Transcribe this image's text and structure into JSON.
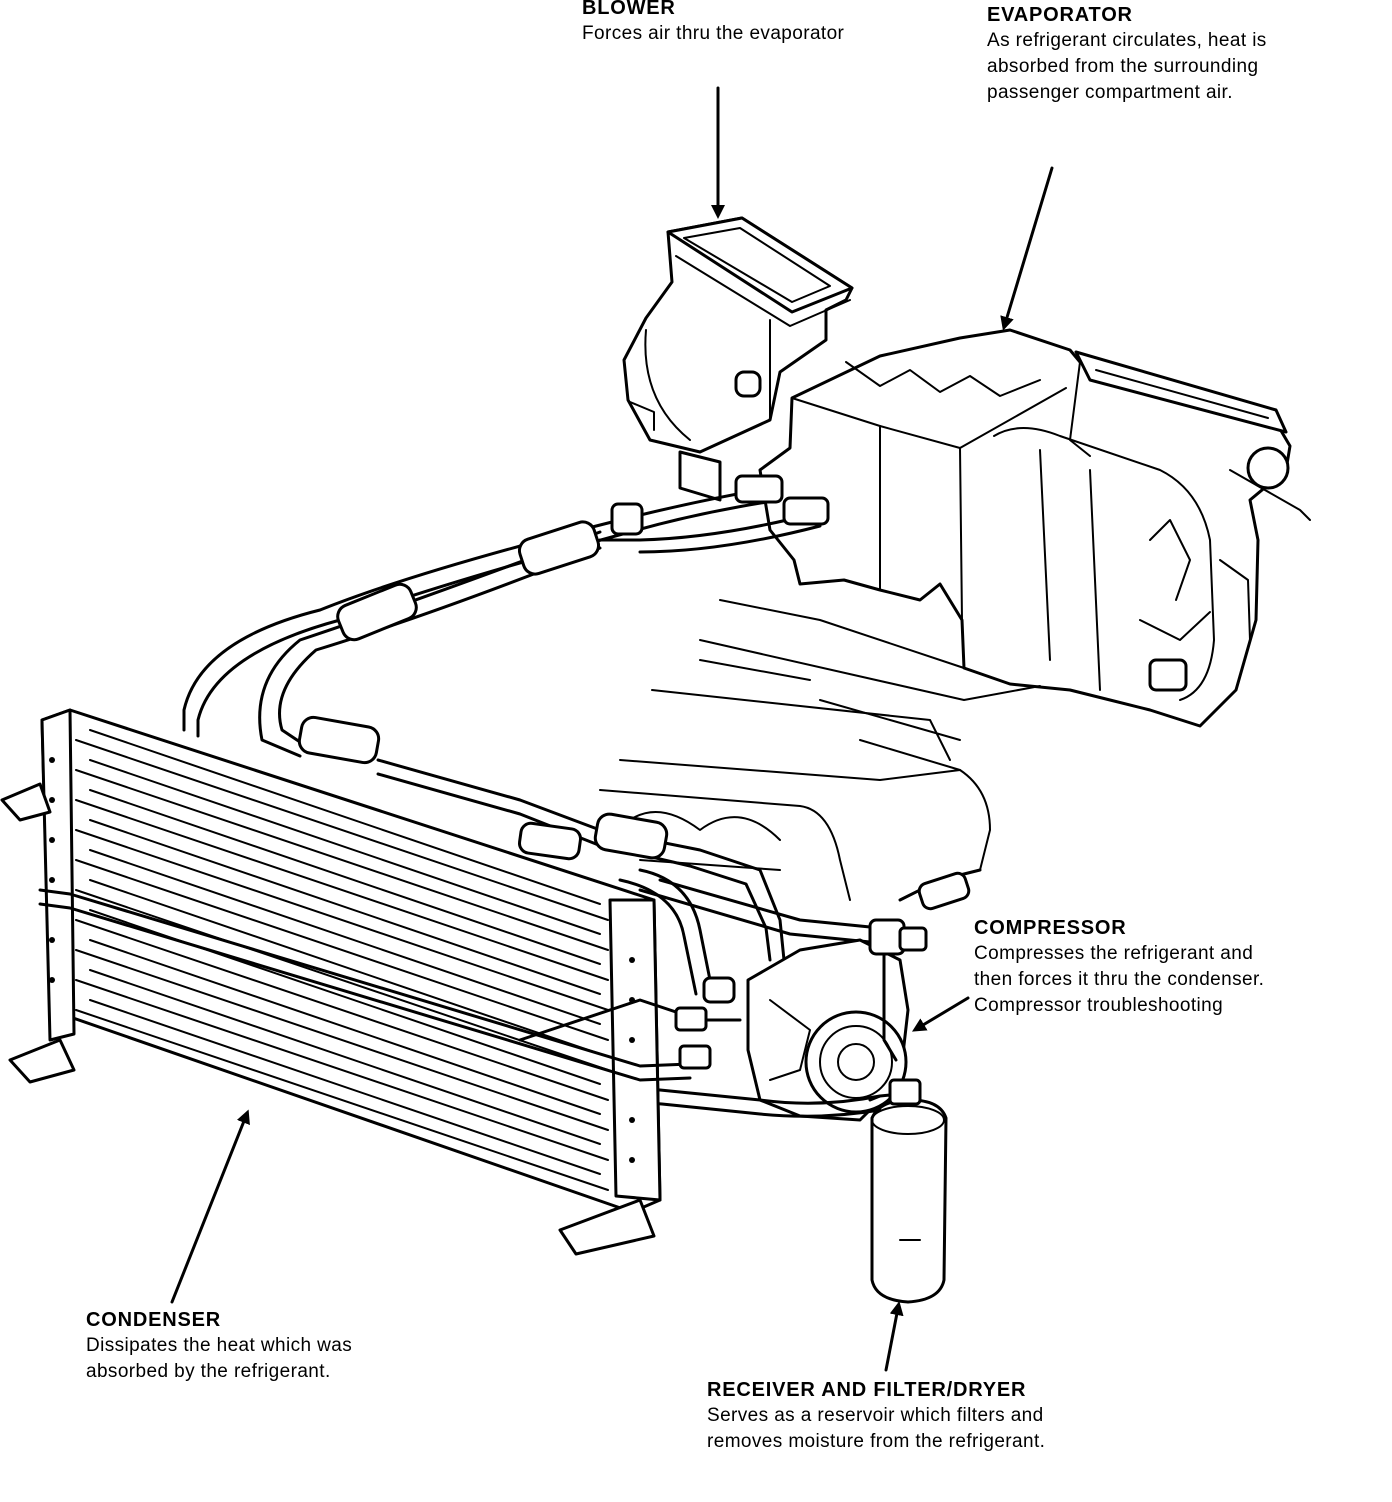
{
  "callouts": {
    "blower": {
      "title": "BLOWER",
      "lines": [
        "Forces air thru the evaporator"
      ]
    },
    "evaporator": {
      "title": "EVAPORATOR",
      "lines": [
        "As refrigerant circulates, heat is",
        "absorbed from the surrounding",
        "passenger compartment air."
      ]
    },
    "compressor": {
      "title": "COMPRESSOR",
      "lines": [
        "Compresses the refrigerant and",
        "then forces it thru the condenser.",
        "Compressor troubleshooting"
      ]
    },
    "condenser": {
      "title": "CONDENSER",
      "lines": [
        "Dissipates the heat which was",
        "absorbed by the refrigerant."
      ]
    },
    "receiver": {
      "title": "RECEIVER AND FILTER/DRYER",
      "lines": [
        "Serves as a reservoir which filters and",
        "removes moisture from the refrigerant."
      ]
    }
  }
}
